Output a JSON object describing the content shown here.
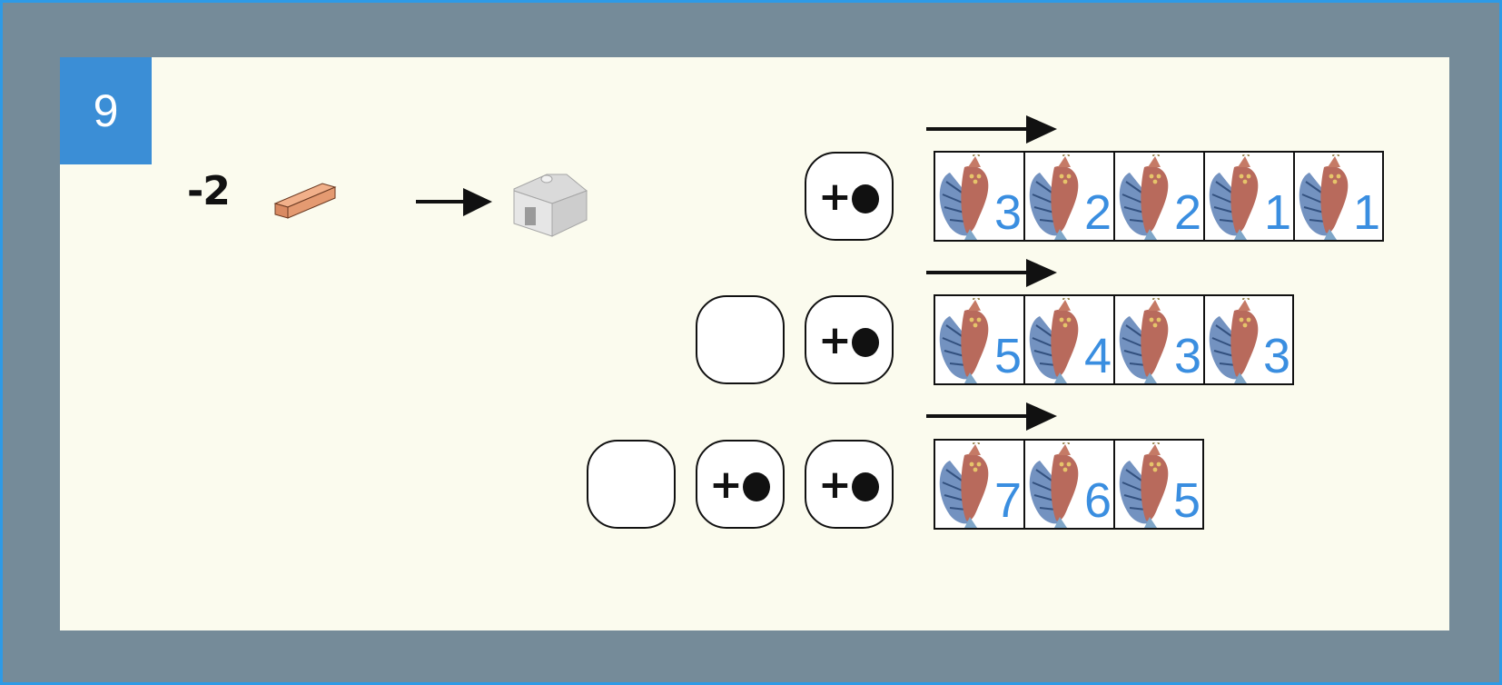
{
  "card": {
    "number": "9",
    "cost_rule": {
      "cost_text": "-2",
      "resource_icon": "wood-plank-icon",
      "arrow_icon": "arrow-right-icon",
      "result_icon": "house-icon"
    }
  },
  "rows": [
    {
      "action_buttons": [
        {
          "plus": "+",
          "dot": true
        }
      ],
      "empty_buttons": 0,
      "track_icon": "fish-monster-icon",
      "track_values": [
        "3",
        "2",
        "2",
        "1",
        "1"
      ]
    },
    {
      "action_buttons": [
        {
          "plus": "+",
          "dot": true
        }
      ],
      "empty_buttons": 1,
      "track_icon": "fish-monster-icon",
      "track_values": [
        "5",
        "4",
        "3",
        "3"
      ]
    },
    {
      "action_buttons": [
        {
          "plus": "+",
          "dot": true
        },
        {
          "plus": "+",
          "dot": true
        }
      ],
      "empty_buttons": 1,
      "track_icon": "fish-monster-icon",
      "track_values": [
        "7",
        "6",
        "5"
      ]
    }
  ],
  "colors": {
    "frame": "#758b99",
    "frame_border": "#2e9ae6",
    "card": "#fbfbee",
    "badge": "#3b8ed6",
    "track_number": "#3a8ee0"
  }
}
